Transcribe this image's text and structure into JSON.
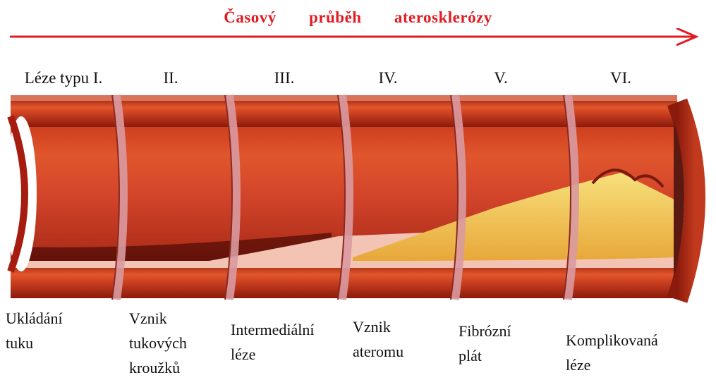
{
  "title": {
    "words": [
      "Časový",
      "průběh",
      "aterosklerózy"
    ],
    "color": "#e21b22"
  },
  "stages": [
    {
      "numeral": "Léze typu I.",
      "desc_lines": [
        "Ukládání",
        "tuku"
      ]
    },
    {
      "numeral": "II.",
      "desc_lines": [
        "Vznik",
        "tukových",
        "kroužků"
      ]
    },
    {
      "numeral": "III.",
      "desc_lines": [
        "Intermediální",
        "léze"
      ]
    },
    {
      "numeral": "IV.",
      "desc_lines": [
        "Vznik",
        "ateromu"
      ]
    },
    {
      "numeral": "V.",
      "desc_lines": [
        "Fibrózní",
        "plát"
      ]
    },
    {
      "numeral": "VI.",
      "desc_lines": [
        "Komplikovaná",
        "léze"
      ]
    }
  ],
  "colors": {
    "wall_outer": "#c8361a",
    "wall_inner": "#a61d10",
    "lumen_dark": "#3b0a06",
    "plaque_yellow": "#f5d35a",
    "plaque_pink": "#f3c3b3",
    "ring": "#d99aa0"
  }
}
